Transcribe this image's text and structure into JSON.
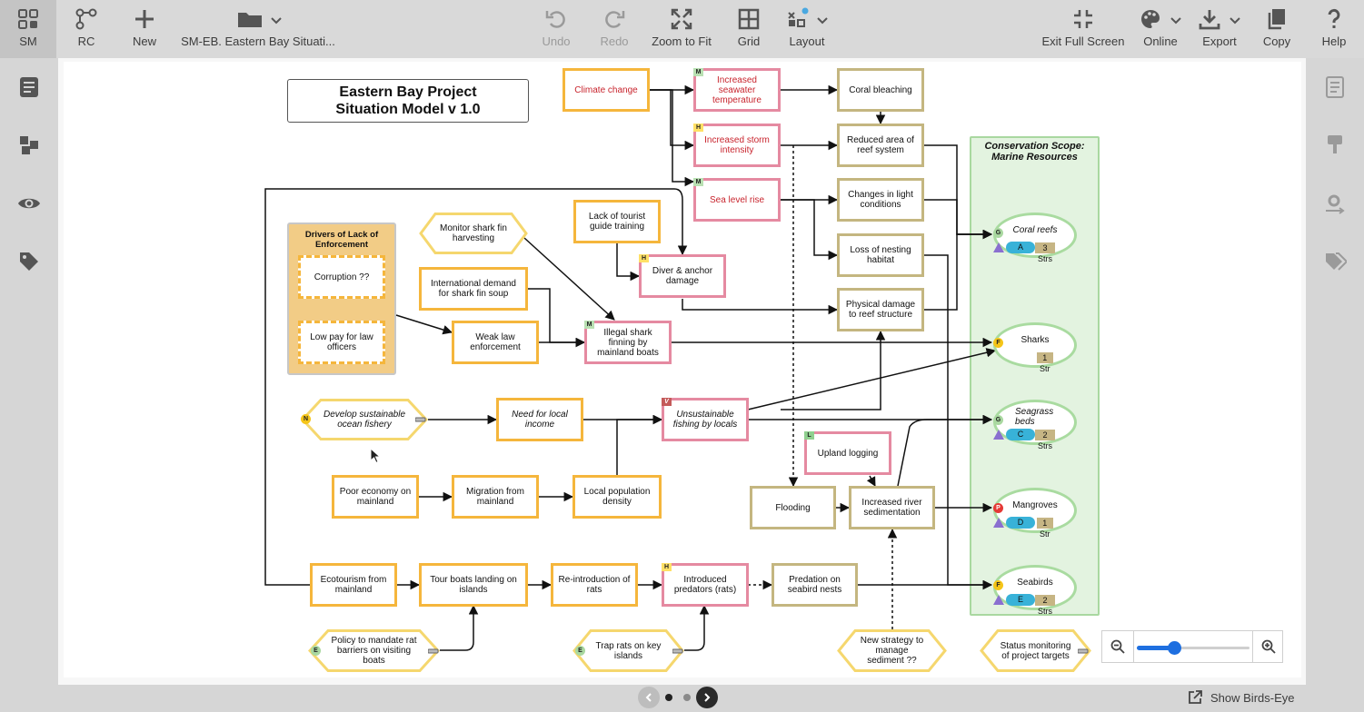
{
  "toolbar": {
    "sm": "SM",
    "rc": "RC",
    "new": "New",
    "diagram_name": "SM-EB. Eastern Bay Situati...",
    "undo": "Undo",
    "redo": "Redo",
    "zoom_fit": "Zoom to Fit",
    "grid": "Grid",
    "layout": "Layout",
    "exit_full": "Exit Full Screen",
    "online": "Online",
    "export": "Export",
    "copy": "Copy",
    "help": "Help"
  },
  "diagram": {
    "title_line1": "Eastern Bay Project",
    "title_line2": "Situation Model v 1.0",
    "drivers_group": "Drivers of Lack of Enforcement",
    "scope_title": "Conservation Scope: Marine Resources",
    "factors": {
      "climate": "Climate change",
      "sea_temp": "Increased seawater temperature",
      "storm": "Increased storm intensity",
      "sea_level": "Sea level rise",
      "coral_bleach": "Coral bleaching",
      "reduced_reef": "Reduced area of reef system",
      "light": "Changes in light conditions",
      "nesting_loss": "Loss of nesting habitat",
      "phys_damage": "Physical damage to reef structure",
      "monitor_shark": "Monitor shark fin harvesting",
      "tourist_training": "Lack of tourist guide training",
      "diver_damage": "Diver & anchor damage",
      "intl_demand": "International demand for shark fin soup",
      "corruption": "Corruption ??",
      "low_pay": "Low pay for law officers",
      "weak_law": "Weak law enforcement",
      "shark_finning": "Illegal shark finning by mainland boats",
      "develop_fishery": "Develop sustainable ocean fishery",
      "local_income": "Need for local income",
      "unsust_fishing": "Unsustainable fishing by locals",
      "upland_logging": "Upland logging",
      "poor_economy": "Poor economy on mainland",
      "migration": "Migration from mainland",
      "local_pop": "Local population density",
      "flooding": "Flooding",
      "river_sed": "Increased river sedimentation",
      "ecotourism": "Ecotourism from mainland",
      "tour_boats": "Tour boats landing on islands",
      "reintro_rats": "Re-introduction of rats",
      "intro_predators": "Introduced predators (rats)",
      "predation": "Predation on seabird nests",
      "policy_rat": "Policy to mandate rat barriers on visiting boats",
      "trap_rats": "Trap rats on key islands",
      "new_strategy": "New strategy to manage sediment ??",
      "status_monitor": "Status monitoring of project targets"
    },
    "ranks": {
      "sea_temp": "M",
      "storm": "H",
      "sea_level": "M",
      "diver_damage": "H",
      "shark_finning": "M",
      "unsust_fishing": "V",
      "upland_logging": "L",
      "intro_predators": "H"
    },
    "strategy_badges": {
      "develop_fishery": "N",
      "policy_rat": "E",
      "trap_rats": "E"
    },
    "targets": [
      {
        "name": "Coral reefs",
        "viability": "G",
        "code": "A",
        "strategies": "3 Strs"
      },
      {
        "name": "Sharks",
        "viability": "F",
        "code": "",
        "strategies": "1 Str"
      },
      {
        "name": "Seagrass beds",
        "viability": "G",
        "code": "C",
        "strategies": "2 Strs"
      },
      {
        "name": "Mangroves",
        "viability": "P",
        "code": "D",
        "strategies": "1 Str"
      },
      {
        "name": "Seabirds",
        "viability": "F",
        "code": "E",
        "strategies": "2 Strs"
      }
    ]
  },
  "bottom": {
    "show_birds_eye": "Show Birds-Eye"
  },
  "colors": {
    "contributing_factor": "#f5b63c",
    "direct_threat": "#e58aa1",
    "target_result": "#c4b680",
    "strategy": "#f5d76e",
    "scope": "#e3f3e0"
  }
}
